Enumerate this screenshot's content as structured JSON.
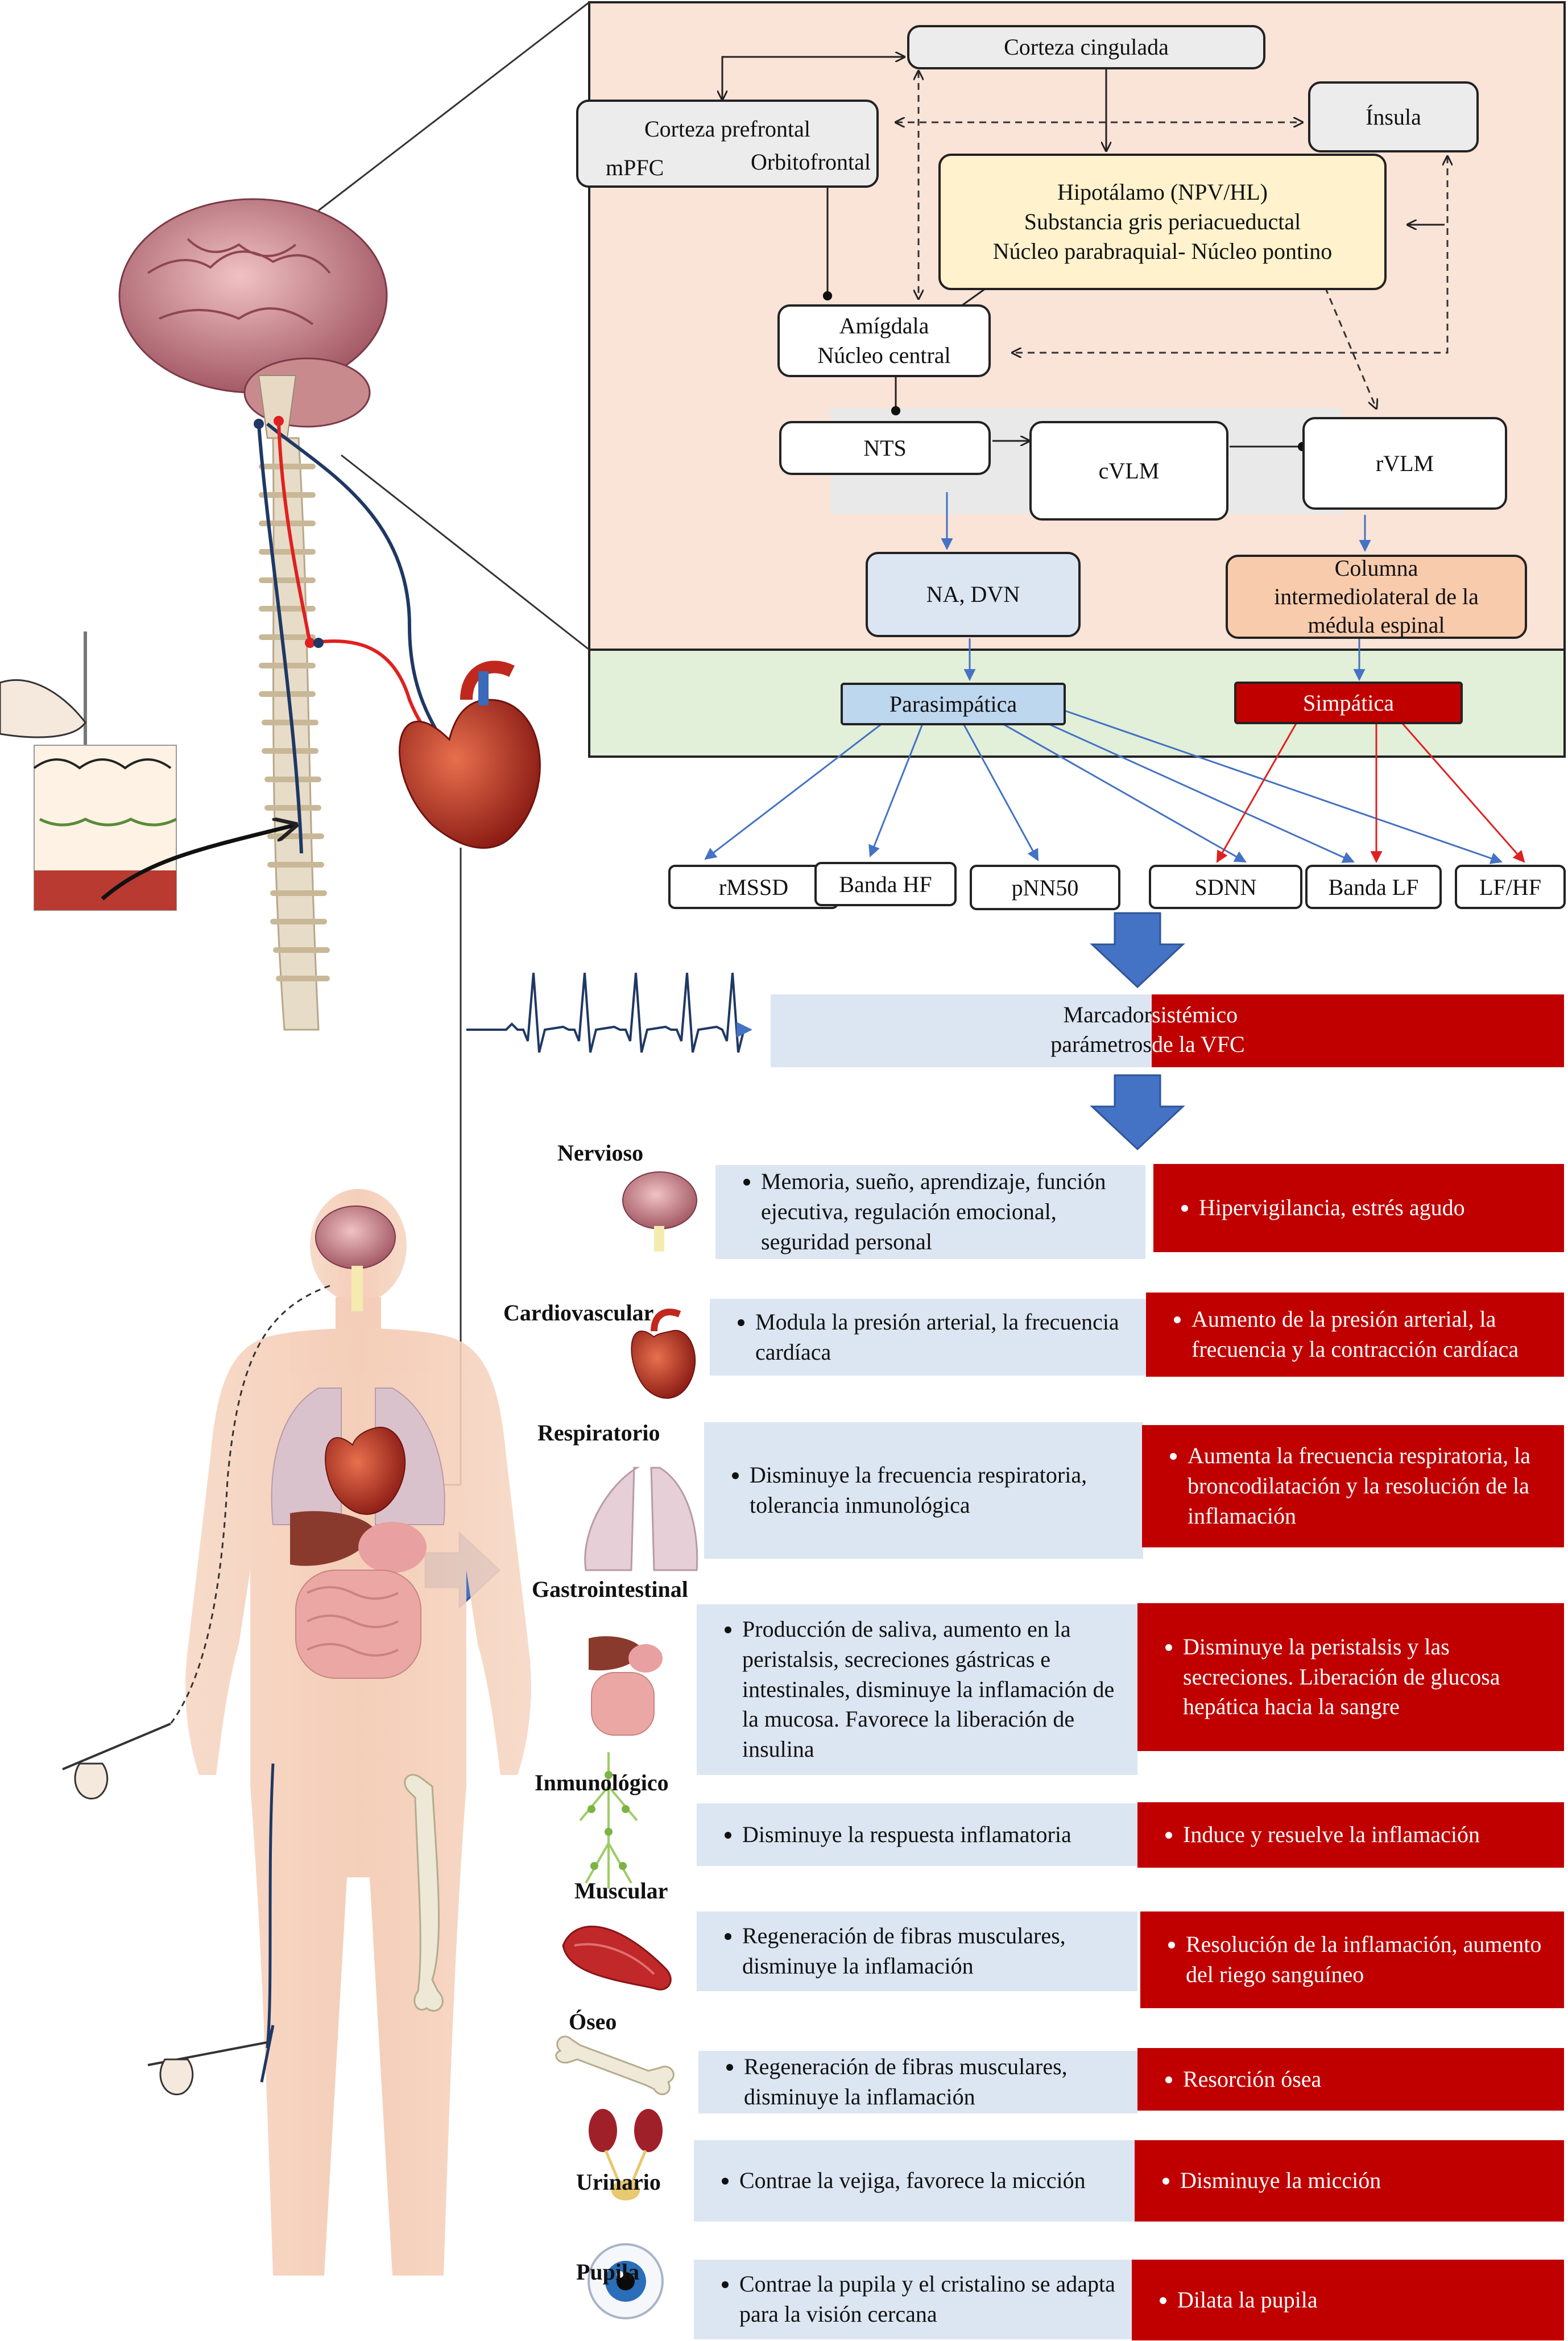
{
  "nodes": {
    "cingulate": "Corteza cingulada",
    "insula": "Ínsula",
    "prefrontal_title": "Corteza prefrontal",
    "prefrontal_mpfc": "mPFC",
    "prefrontal_orbito": "Orbitofrontal",
    "hypothalamus": "Hipotálamo (NPV/HL)\nSubstancia gris periacueductal\nNúcleo parabraquial- Núcleo pontino",
    "amygdala": "Amígdala\nNúcleo central",
    "nts": "NTS",
    "cvlm": "cVLM",
    "rvlm": "rVLM",
    "na_dvn": "NA, DVN",
    "iml": "Columna\nintermediolateral de la\nmédula espinal",
    "parasympathetic": "Parasimpática",
    "sympathetic": "Simpática"
  },
  "metrics": [
    "rMSSD",
    "Banda HF",
    "pNN50",
    "SDNN",
    "Banda LF",
    "LF/HF"
  ],
  "marker": {
    "left": "Marcador ",
    "right": "sistémico",
    "left2": "parámetros ",
    "right2": "de la VFC"
  },
  "colors": {
    "parasympathetic": "#dce6f2",
    "sympathetic": "#c00000",
    "cns_panel": "#fae3d7",
    "ans_panel": "#e2efd9",
    "arrow_blue": "#4472c4",
    "arrow_red": "#e02020"
  },
  "systems": [
    {
      "name": "Nervioso",
      "icon": "brain-icon",
      "para": "Memoria, sueño, aprendizaje, función ejecutiva, regulación emocional, seguridad personal",
      "symp": "Hipervigilancia, estrés agudo"
    },
    {
      "name": "Cardiovascular",
      "icon": "heart-icon",
      "para": "Modula la presión arterial, la frecuencia cardíaca",
      "symp": "Aumento de la presión arterial, la frecuencia y la contracción cardíaca"
    },
    {
      "name": "Respiratorio",
      "icon": "lungs-icon",
      "para": "Disminuye la frecuencia respiratoria, tolerancia inmunológica",
      "symp": "Aumenta la frecuencia respiratoria, la broncodilatación y la resolución de la inflamación"
    },
    {
      "name": "Gastrointestinal",
      "icon": "digestive-icon",
      "para": "Producción de saliva, aumento en la peristalsis, secreciones gástricas e intestinales, disminuye la inflamación de la mucosa. Favorece la liberación de insulina",
      "symp": "Disminuye la peristalsis y las secreciones. Liberación de glucosa hepática hacia la sangre"
    },
    {
      "name": "Inmunológico",
      "icon": "lymph-icon",
      "para": "Disminuye la respuesta inflamatoria",
      "symp": "Induce y resuelve la inflamación"
    },
    {
      "name": "Muscular",
      "icon": "muscle-icon",
      "para": "Regeneración de fibras musculares, disminuye la inflamación",
      "symp": "Resolución de la inflamación, aumento del riego sanguíneo"
    },
    {
      "name": "Óseo",
      "icon": "bone-icon",
      "para": "Regeneración de fibras musculares, disminuye la inflamación",
      "symp": "Resorción ósea"
    },
    {
      "name": "Urinario",
      "icon": "kidney-icon",
      "para": "Contrae la vejiga, favorece la micción",
      "symp": "Disminuye la micción"
    },
    {
      "name": "Pupila",
      "icon": "eye-icon",
      "para": "Contrae la pupila y el cristalino se adapta para la visión cercana",
      "symp": "Dilata la pupila"
    }
  ]
}
